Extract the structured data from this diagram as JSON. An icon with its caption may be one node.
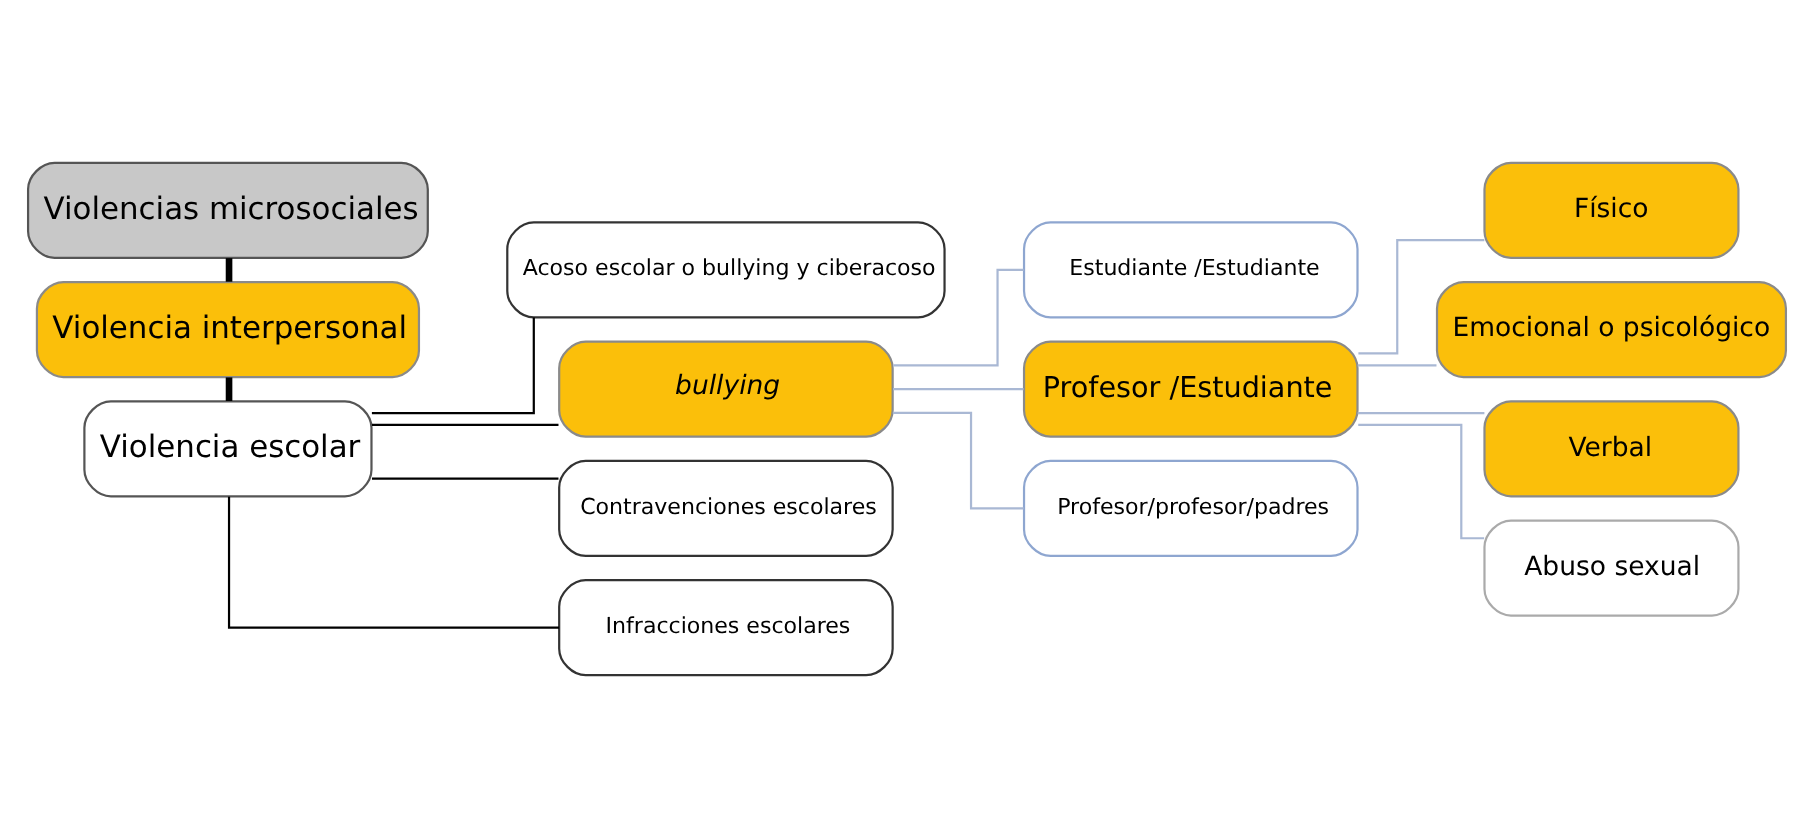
{
  "diagram": {
    "nodes": [
      {
        "text": [
          "Violencias microsociales"
        ]
      },
      {
        "text": [
          "Violencia interpersonal"
        ]
      },
      {
        "text": [
          "Violencia escolar"
        ]
      },
      {
        "text": [
          "Acoso escolar o bullying y ciberacoso"
        ]
      },
      {
        "text": [
          "bullying"
        ]
      },
      {
        "text": [
          "Contravenciones escolares"
        ]
      },
      {
        "text": [
          "Infracciones escolares"
        ]
      },
      {
        "text": [
          "Estudiante /Estudiante"
        ]
      },
      {
        "text": [
          "Profesor /Estudiante"
        ]
      },
      {
        "text": [
          "Profesor/profesor/padres"
        ]
      },
      {
        "text": [
          "Físico"
        ]
      },
      {
        "text": [
          "Emocional o psicológico"
        ]
      },
      {
        "text": [
          "Verbal"
        ]
      },
      {
        "text": [
          "Abuso sexual"
        ]
      }
    ],
    "edges": [
      {
        "from": 0,
        "to": 1,
        "arrow": "none",
        "style": "thick",
        "color": "#000000"
      },
      {
        "from": 1,
        "to": 2,
        "arrow": "none",
        "style": "thick",
        "color": "#000000"
      },
      {
        "from": 2,
        "to": 3,
        "arrow": "none",
        "color": "#000000"
      },
      {
        "from": 2,
        "to": 4,
        "arrow": "none",
        "color": "#000000"
      },
      {
        "from": 2,
        "to": 5,
        "arrow": "none",
        "color": "#000000"
      },
      {
        "from": 2,
        "to": 6,
        "arrow": "none",
        "color": "#000000"
      },
      {
        "from": 4,
        "to": 7,
        "arrow": "none"
      },
      {
        "from": 4,
        "to": 8,
        "arrow": "none"
      },
      {
        "from": 4,
        "to": 9,
        "arrow": "none"
      },
      {
        "from": 8,
        "to": 10,
        "arrow": "none"
      },
      {
        "from": 8,
        "to": 11,
        "arrow": "none"
      },
      {
        "from": 8,
        "to": 12,
        "arrow": "none"
      },
      {
        "from": 8,
        "to": 13,
        "arrow": "none"
      }
    ]
  }
}
